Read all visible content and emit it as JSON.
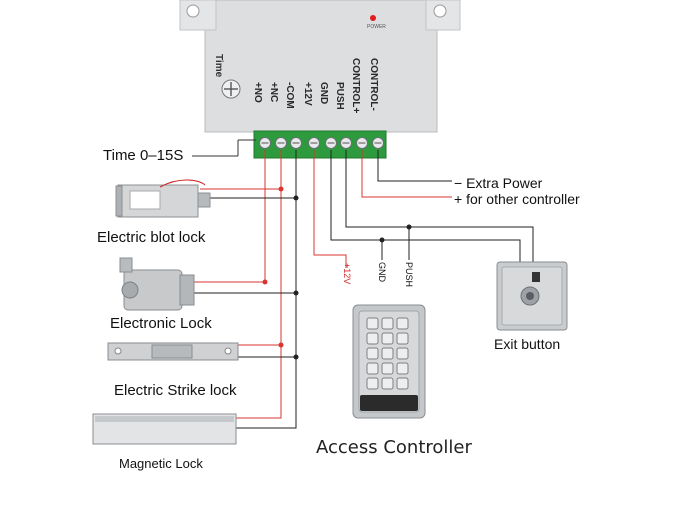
{
  "controller_box": {
    "power_label": "POWER",
    "time_label": "Time",
    "terminals": [
      "+NO",
      "+NC",
      "-COM",
      "+12V",
      "GND",
      "PUSH",
      "CONTROL+",
      "CONTROL-"
    ]
  },
  "labels": {
    "time_setting": "Time   0–15S",
    "extra_power_minus": "−   Extra Power",
    "extra_power_plus": "+   for other controller",
    "lock_electric_blot": "Electric blot lock",
    "lock_electronic": "Electronic Lock",
    "lock_electric_strike": "Electric Strike lock",
    "lock_magnetic": "Magnetic Lock",
    "wire_12v": "+12V",
    "wire_gnd": "GND",
    "wire_push": "PUSH",
    "exit_button": "Exit button",
    "access_controller": "Access Controller"
  },
  "colors": {
    "red_wire": "#d9352f",
    "black_wire": "#222222",
    "terminal_green": "#2e9a3e",
    "device_silver": "#c9cccf"
  }
}
